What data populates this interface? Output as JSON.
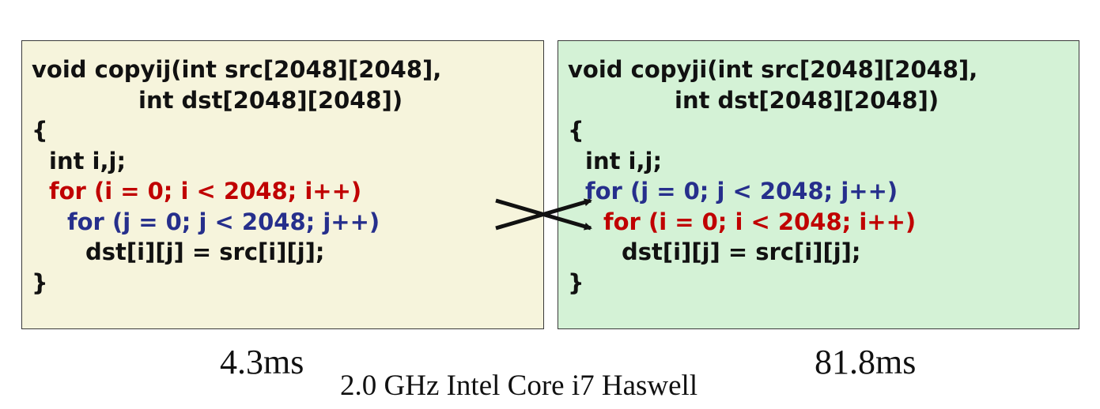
{
  "left": {
    "lines": [
      "void copyij(int src[2048][2048],",
      "int dst[2048][2048])",
      "{",
      "int i,j;",
      "for (i = 0; i < 2048; i++)",
      "for (j = 0; j < 2048; j++)",
      "dst[i][j] = src[i][j];",
      "}"
    ],
    "time": "4.3ms"
  },
  "right": {
    "lines": [
      "void copyji(int src[2048][2048],",
      "int dst[2048][2048])",
      "{",
      "int i,j;",
      "for (j = 0; j < 2048; j++)",
      "for (i = 0; i < 2048; i++)",
      "dst[i][j] = src[i][j];",
      "}"
    ],
    "time": "81.8ms"
  },
  "machine": "2.0 GHz Intel Core i7 Haswell",
  "colors": {
    "left_bg": "#f6f4dc",
    "right_bg": "#d4f2d6",
    "i_loop": "#c00000",
    "j_loop": "#262f8c",
    "text": "#111111"
  }
}
